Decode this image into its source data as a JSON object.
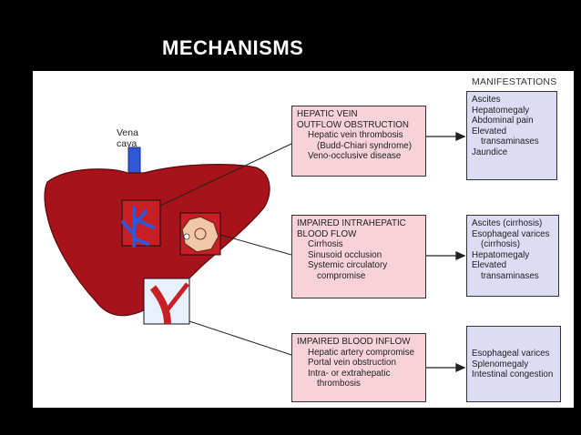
{
  "title": "MECHANISMS",
  "manifestations_header": "MANIFESTATIONS",
  "vena_cava_label": [
    "Vena",
    "cava"
  ],
  "mechanisms": [
    {
      "heading": [
        "HEPATIC VEIN",
        "OUTFLOW OBSTRUCTION"
      ],
      "items": [
        {
          "text": "Hepatic vein thrombosis",
          "level": 1
        },
        {
          "text": "(Budd-Chiari syndrome)",
          "level": 2
        },
        {
          "text": "Veno-occlusive disease",
          "level": 1
        }
      ]
    },
    {
      "heading": [
        "IMPAIRED INTRAHEPATIC",
        "BLOOD FLOW"
      ],
      "items": [
        {
          "text": "Cirrhosis",
          "level": 1
        },
        {
          "text": "Sinusoid occlusion",
          "level": 1
        },
        {
          "text": "Systemic circulatory",
          "level": 1
        },
        {
          "text": "compromise",
          "level": 2
        }
      ]
    },
    {
      "heading": [
        "IMPAIRED BLOOD INFLOW"
      ],
      "items": [
        {
          "text": "Hepatic artery compromise",
          "level": 1
        },
        {
          "text": "Portal vein obstruction",
          "level": 1
        },
        {
          "text": "Intra- or extrahepatic",
          "level": 1
        },
        {
          "text": "thrombosis",
          "level": 2
        }
      ]
    }
  ],
  "manifestations": [
    {
      "items": [
        {
          "text": "Ascites",
          "level": 1
        },
        {
          "text": "Hepatomegaly",
          "level": 1
        },
        {
          "text": "Abdominal pain",
          "level": 1
        },
        {
          "text": "Elevated",
          "level": 1
        },
        {
          "text": "transaminases",
          "level": 2
        },
        {
          "text": "Jaundice",
          "level": 1
        }
      ]
    },
    {
      "items": [
        {
          "text": "Ascites (cirrhosis)",
          "level": 1
        },
        {
          "text": "Esophageal varices",
          "level": 1
        },
        {
          "text": "(cirrhosis)",
          "level": 2
        },
        {
          "text": "Hepatomegaly",
          "level": 1
        },
        {
          "text": "Elevated",
          "level": 1
        },
        {
          "text": "transaminases",
          "level": 2
        }
      ]
    },
    {
      "items": [
        {
          "text": "Esophageal varices",
          "level": 1
        },
        {
          "text": "Splenomegaly",
          "level": 1
        },
        {
          "text": "Intestinal congestion",
          "level": 1
        }
      ]
    }
  ],
  "colors": {
    "background": "#000000",
    "panel": "#ffffff",
    "liver": "#a8121a",
    "vein": "#2f57d6",
    "mechanism_box": "#f7d2d8",
    "manifestation_box": "#dcdcf5"
  }
}
